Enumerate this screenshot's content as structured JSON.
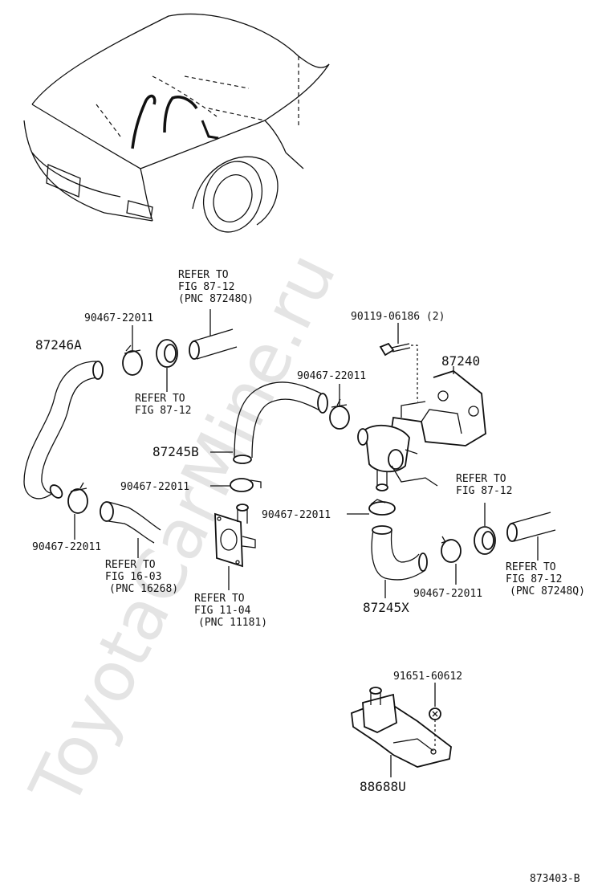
{
  "watermark": "ToyotaCarMine.ru",
  "figure_code": "873403-B",
  "labels": {
    "p87246A": "87246A",
    "p87245B": "87245B",
    "p87245X": "87245X",
    "p87240": "87240",
    "p88688U": "88688U",
    "bolt": "90119-06186 (2)",
    "nut": "91651-60612",
    "clamp": "90467-22011",
    "refer_to": "REFER TO",
    "fig_8712": "FIG 87-12",
    "fig_1603": "FIG 16-03",
    "fig_1104": "FIG 11-04",
    "pnc_87248q": "(PNC 87248Q)",
    "pnc_16268": "(PNC 16268)",
    "pnc_11181": "(PNC 11181)"
  }
}
